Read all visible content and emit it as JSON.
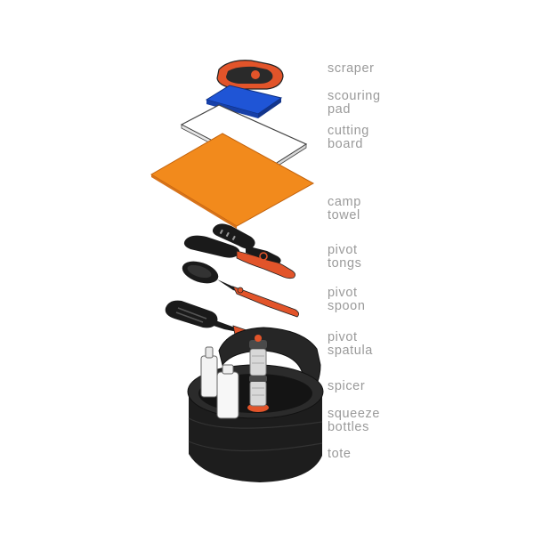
{
  "labels": {
    "scraper": "scraper",
    "scouring_pad": "scouring\npad",
    "cutting_board": "cutting\nboard",
    "camp_towel": "camp\ntowel",
    "pivot_tongs": "pivot\ntongs",
    "pivot_spoon": "pivot\nspoon",
    "pivot_spatula": "pivot\nspatula",
    "spicer": "spicer",
    "squeeze_bottles": "squeeze\nbottles",
    "tote": "tote"
  },
  "colors": {
    "orange": "#f28a1c",
    "orange_red": "#e2542a",
    "blue": "#1f55d6",
    "black": "#1a1a1a",
    "label_gray": "#9a9a9a"
  }
}
